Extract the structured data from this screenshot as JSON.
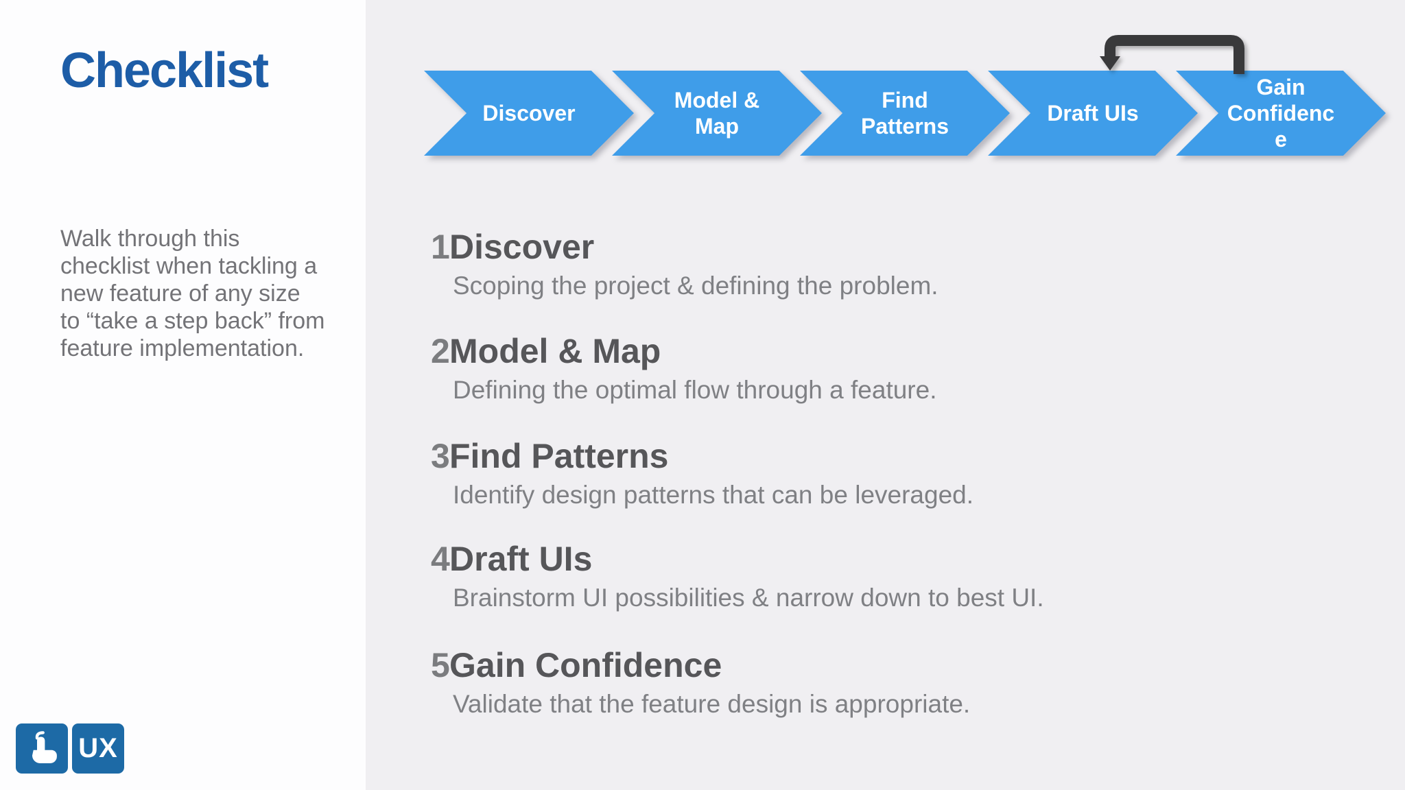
{
  "slide": {
    "title": "Checklist",
    "intro_lines": [
      "Walk through this",
      "checklist when tackling a",
      "new feature of any size",
      "to “take a step back” from",
      "feature implementation."
    ]
  },
  "process_arrows": [
    {
      "label": "Discover",
      "lines": [
        "Discover"
      ]
    },
    {
      "label": "Model & Map",
      "lines": [
        "Model &",
        "Map"
      ]
    },
    {
      "label": "Find Patterns",
      "lines": [
        "Find",
        "Patterns"
      ]
    },
    {
      "label": "Draft UIs",
      "lines": [
        "Draft UIs"
      ]
    },
    {
      "label": "Gain Confidence",
      "lines": [
        "Gain",
        "Confidenc",
        "e"
      ]
    }
  ],
  "loop_arrow": {
    "from": "Gain Confidence",
    "to": "Draft UIs",
    "icon": "loop-back-arrow-icon"
  },
  "checklist_items": [
    {
      "number": "1",
      "title": "Discover",
      "description": "Scoping the project & defining the problem."
    },
    {
      "number": "2",
      "title": "Model & Map",
      "description": "Defining the optimal flow through a feature."
    },
    {
      "number": "3",
      "title": "Find Patterns",
      "description": "Identify design patterns that can be leveraged."
    },
    {
      "number": "4",
      "title": "Draft UIs",
      "description": "Brainstorm UI possibilities & narrow down to best UI."
    },
    {
      "number": "5",
      "title": "Gain Confidence",
      "description": "Validate that the feature design is appropriate."
    }
  ],
  "logo": {
    "ux_label": "UX",
    "hand_icon": "pointing-hand-icon"
  },
  "colors": {
    "title_blue": "#1d5da7",
    "arrow_blue": "#3f9de9",
    "arrow_text": "#ffffff",
    "loop_arrow_gray": "#39393b",
    "heading_gray": "#565659",
    "number_gray": "#7b7c7f",
    "description_gray": "#7f8084",
    "intro_gray": "#737377",
    "panel_gray": "#f0eff2",
    "panel_white": "#fdfdfe",
    "logo_blue": "#1d6aa6"
  }
}
